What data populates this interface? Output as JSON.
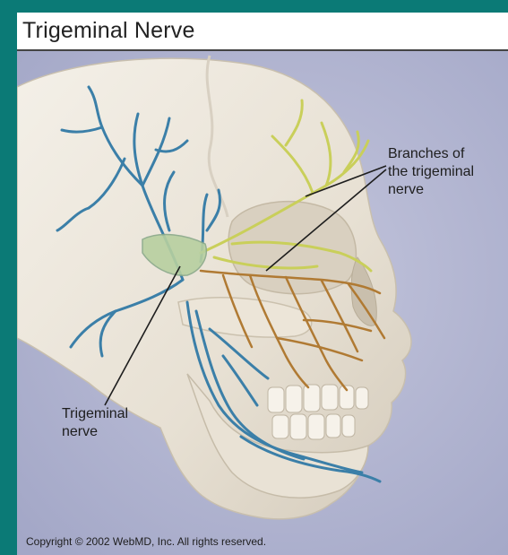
{
  "title": "Trigeminal Nerve",
  "labels": {
    "branches": "Branches of\nthe trigeminal\nnerve",
    "trigeminal": "Trigeminal\nnerve"
  },
  "copyright": "Copyright © 2002 WebMD, Inc. All rights reserved.",
  "colors": {
    "frame": "#0b7a76",
    "background": "#a4a8c8",
    "skull": "#ece6db",
    "nerve_blue": "#3b7fa8",
    "nerve_yellow": "#c9cf5a",
    "nerve_brown": "#b07a33",
    "ganglion": "#b7cfa0"
  }
}
